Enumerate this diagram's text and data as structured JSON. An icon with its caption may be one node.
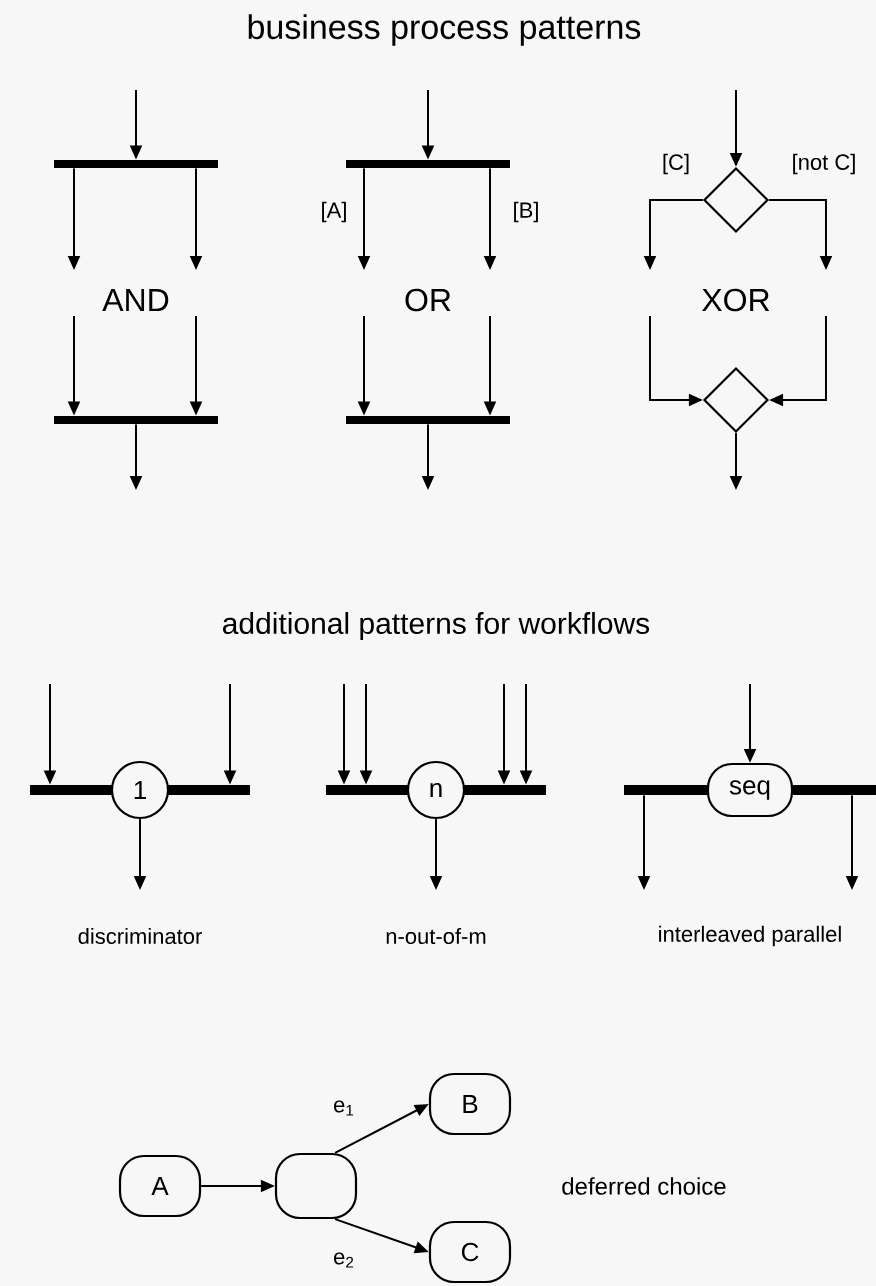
{
  "diagram": {
    "title": "business process patterns",
    "nodes": [
      {
        "text": [],
        "shape": "bar"
      },
      {
        "text": [],
        "shape": "bar"
      },
      {
        "text": [],
        "shape": "bar"
      },
      {
        "text": [],
        "shape": "bar"
      },
      {
        "text": [],
        "shape": "diamond"
      },
      {
        "text": [],
        "shape": "diamond"
      },
      {
        "text": [],
        "shape": "bar"
      },
      {
        "text": [],
        "shape": "bar"
      },
      {
        "text": [
          "1"
        ]
      },
      {
        "text": [],
        "shape": "bar"
      },
      {
        "text": [],
        "shape": "bar"
      },
      {
        "text": [
          "n"
        ]
      },
      {
        "text": [],
        "shape": "bar"
      },
      {
        "text": [],
        "shape": "bar"
      },
      {
        "text": [
          "seq"
        ]
      },
      {
        "text": [
          "A"
        ]
      },
      {
        "text": [],
        "shape": "box"
      },
      {
        "text": [
          "B"
        ]
      },
      {
        "text": [
          "C"
        ]
      }
    ],
    "edges": [
      {
        "from": null,
        "to": 0,
        "arrow": "to"
      },
      {
        "from": 0,
        "to": null,
        "arrow": "to"
      },
      {
        "from": 0,
        "to": null,
        "arrow": "to"
      },
      {
        "from": null,
        "to": 1,
        "arrow": "to"
      },
      {
        "from": null,
        "to": 1,
        "arrow": "to"
      },
      {
        "from": 1,
        "to": null,
        "arrow": "to"
      },
      {
        "from": null,
        "to": 2,
        "arrow": "to"
      },
      {
        "from": 2,
        "to": null,
        "arrow": "to",
        "label": "[A]"
      },
      {
        "from": 2,
        "to": null,
        "arrow": "to",
        "label": "[B]"
      },
      {
        "from": null,
        "to": 3,
        "arrow": "to"
      },
      {
        "from": null,
        "to": 3,
        "arrow": "to"
      },
      {
        "from": 3,
        "to": null,
        "arrow": "to"
      },
      {
        "from": null,
        "to": 4,
        "arrow": "to"
      },
      {
        "from": 4,
        "to": null,
        "arrow": "to",
        "label": "[C]"
      },
      {
        "from": 4,
        "to": null,
        "arrow": "to",
        "label": "[not C]"
      },
      {
        "from": null,
        "to": 5,
        "arrow": "to"
      },
      {
        "from": null,
        "to": 5,
        "arrow": "to"
      },
      {
        "from": 5,
        "to": null,
        "arrow": "to"
      },
      {
        "from": null,
        "to": 6,
        "arrow": "to"
      },
      {
        "from": null,
        "to": 7,
        "arrow": "to"
      },
      {
        "from": 8,
        "to": null,
        "arrow": "to"
      },
      {
        "from": null,
        "to": 9,
        "arrow": "to"
      },
      {
        "from": null,
        "to": 9,
        "arrow": "to"
      },
      {
        "from": null,
        "to": 10,
        "arrow": "to"
      },
      {
        "from": null,
        "to": 10,
        "arrow": "to"
      },
      {
        "from": 11,
        "to": null,
        "arrow": "to"
      },
      {
        "from": null,
        "to": 14,
        "arrow": "to"
      },
      {
        "from": 12,
        "to": null,
        "arrow": "to"
      },
      {
        "from": 13,
        "to": null,
        "arrow": "to"
      },
      {
        "from": 15,
        "to": 16,
        "arrow": "to"
      },
      {
        "from": 16,
        "to": 17,
        "arrow": "to",
        "label": "e$_{1}$"
      },
      {
        "from": 16,
        "to": 18,
        "arrow": "to",
        "label": "e$_{2}$"
      }
    ],
    "labels": [
      "AND",
      "OR",
      "XOR",
      "additional patterns for workflows",
      "discriminator",
      "n-out-of-m",
      "interleaved parallel",
      "deferred choice"
    ]
  }
}
